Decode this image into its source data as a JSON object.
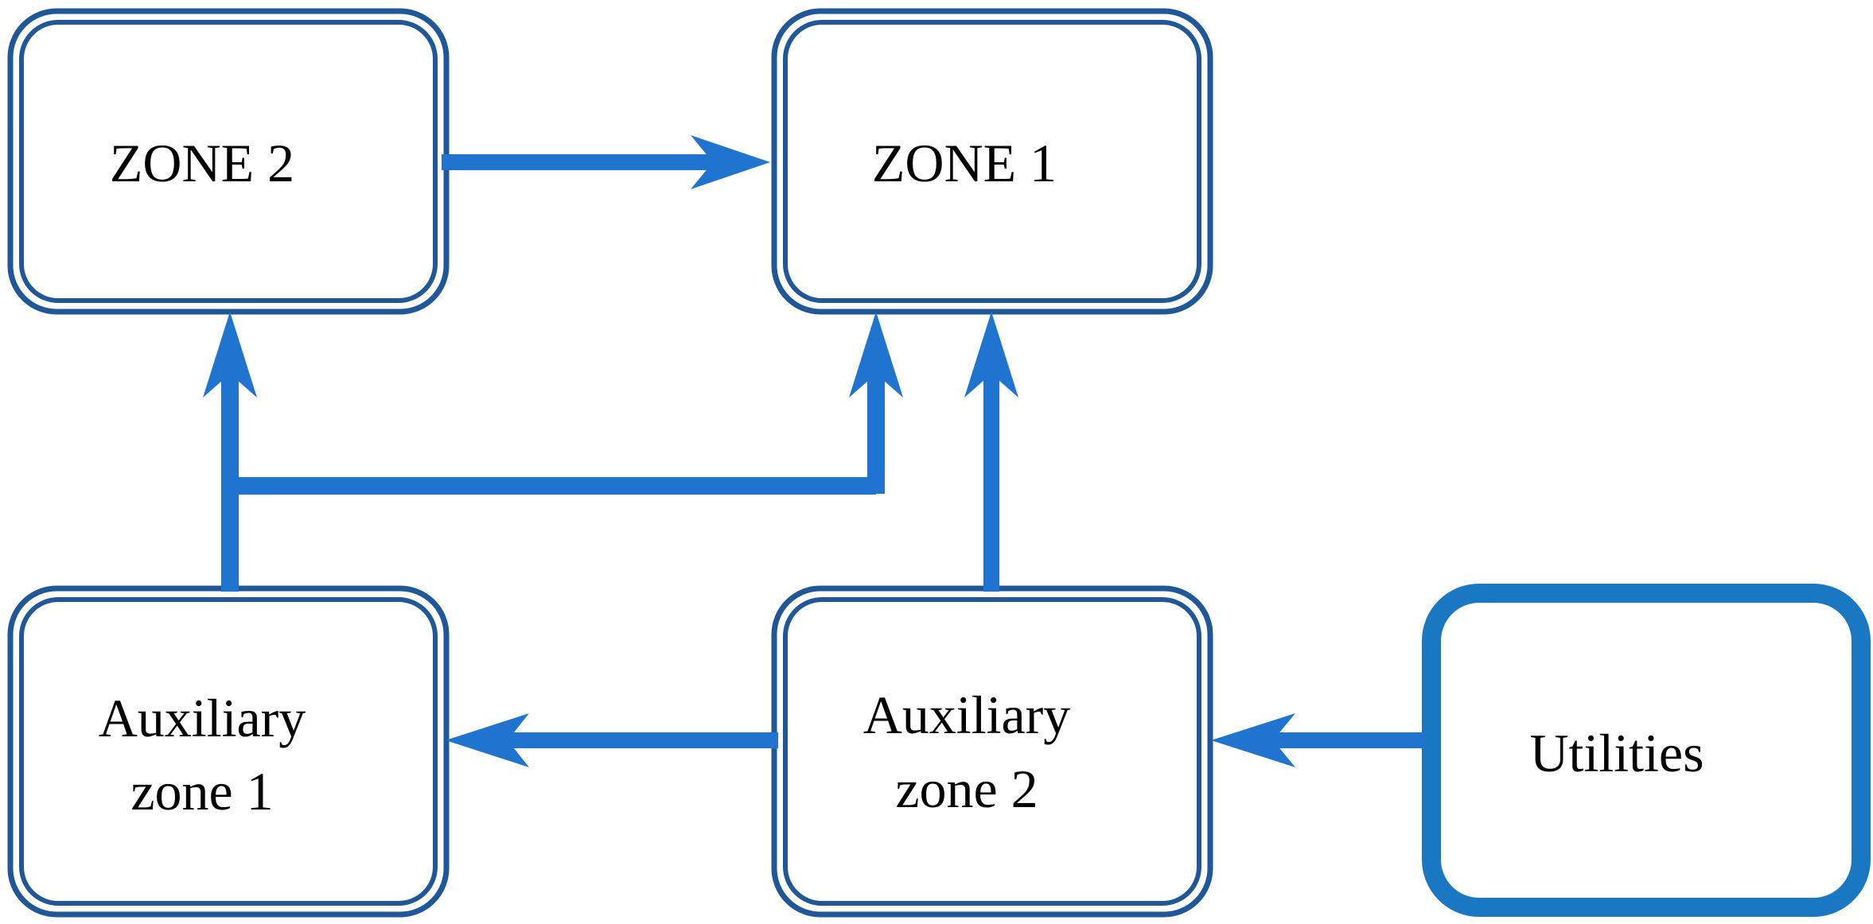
{
  "colors": {
    "frame": "#1f5799",
    "arrow": "#1f74d0",
    "utilities_frame": "#1a78c2",
    "text": "#000000",
    "background": "#ffffff"
  },
  "nodes": {
    "zone2": {
      "label": "ZONE 2"
    },
    "zone1": {
      "label": "ZONE 1"
    },
    "aux1": {
      "line1": "Auxiliary",
      "line2": "zone 1"
    },
    "aux2": {
      "line1": "Auxiliary",
      "line2": "zone 2"
    },
    "utilities": {
      "label": "Utilities"
    }
  },
  "edges": [
    {
      "from": "ZONE 2",
      "to": "ZONE 1"
    },
    {
      "from": "Auxiliary zone 1",
      "to": "ZONE 2"
    },
    {
      "from": "Auxiliary zone 1",
      "to": "ZONE 1"
    },
    {
      "from": "Auxiliary zone 2",
      "to": "ZONE 1"
    },
    {
      "from": "Auxiliary zone 2",
      "to": "Auxiliary zone 1"
    },
    {
      "from": "Utilities",
      "to": "Auxiliary zone 2"
    }
  ]
}
